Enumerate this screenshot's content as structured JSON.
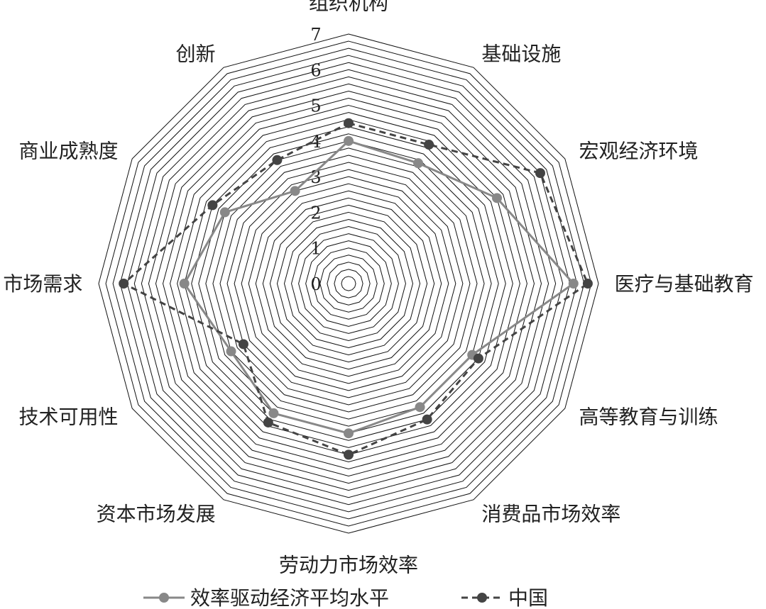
{
  "chart_data": {
    "type": "radar",
    "title": "",
    "categories": [
      "组织机构",
      "基础设施",
      "宏观经济环境",
      "医疗与基础教育",
      "高等教育与训练",
      "消费品市场效率",
      "劳动力市场效率",
      "资本市场发展",
      "技术可用性",
      "市场需求",
      "商业成熟度",
      "创新"
    ],
    "rlim": [
      0,
      7
    ],
    "ticks": [
      "0",
      "1",
      "2",
      "3",
      "4",
      "5",
      "6",
      "7"
    ],
    "grid_step": 0.2,
    "legend_position": "bottom",
    "series": [
      {
        "name": "效率驱动经济平均水平",
        "style": "solid",
        "color": "#888888",
        "values": [
          4.0,
          3.9,
          4.8,
          6.3,
          4.0,
          4.0,
          4.2,
          4.2,
          3.8,
          4.6,
          4.0,
          3.0
        ]
      },
      {
        "name": "中国",
        "style": "dashed",
        "color": "#444444",
        "values": [
          4.5,
          4.5,
          6.2,
          6.7,
          4.2,
          4.4,
          4.8,
          4.5,
          3.4,
          6.3,
          4.4,
          4.0
        ]
      }
    ]
  }
}
